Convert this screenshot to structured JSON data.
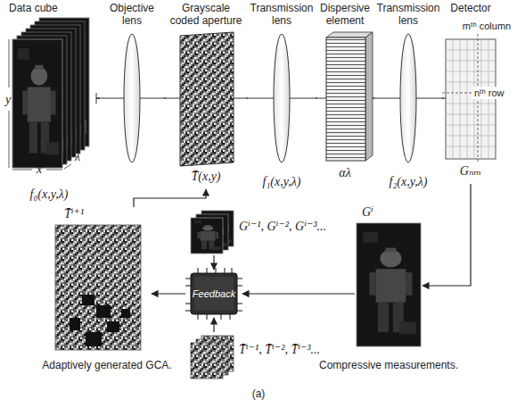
{
  "diagram": {
    "caption": "(a)",
    "nodes": [
      {
        "text": [
          "Data cube",
          "f₀(x,y,λ)"
        ]
      },
      {
        "text": [
          "Objective lens"
        ]
      },
      {
        "text": [
          "Grayscale coded aperture",
          "T̄(x,y)"
        ]
      },
      {
        "text": [
          "Transmission lens",
          "f₁(x,y,λ)"
        ]
      },
      {
        "text": [
          "Dispersive element",
          "αλ"
        ]
      },
      {
        "text": [
          "Transmission lens",
          "f₂(x,y,λ)"
        ]
      },
      {
        "text": [
          "Detector",
          "Gₙₘ"
        ]
      },
      {
        "text": [
          "Gⁱ"
        ]
      },
      {
        "text": [
          "Feedback"
        ]
      },
      {
        "text": [
          "Gⁱ⁻¹, Gⁱ⁻², Gⁱ⁻³..."
        ]
      },
      {
        "text": [
          "T̄ⁱ⁻¹, T̄ⁱ⁻², T̄ⁱ⁻³..."
        ]
      },
      {
        "text": [
          "T̄ⁱ⁺¹"
        ]
      }
    ],
    "edges": [
      {
        "from": 0,
        "to": 1,
        "arrow": "none"
      },
      {
        "from": 1,
        "to": 2,
        "arrow": "none"
      },
      {
        "from": 2,
        "to": 3,
        "arrow": "none"
      },
      {
        "from": 3,
        "to": 4,
        "arrow": "none"
      },
      {
        "from": 4,
        "to": 5,
        "arrow": "none"
      },
      {
        "from": 5,
        "to": 6,
        "arrow": "none"
      },
      {
        "from": 6,
        "to": 7,
        "arrow": "to"
      },
      {
        "from": 7,
        "to": 8,
        "arrow": "to"
      },
      {
        "from": 9,
        "to": 8,
        "arrow": "to"
      },
      {
        "from": 10,
        "to": 8,
        "arrow": "to"
      },
      {
        "from": 8,
        "to": 11,
        "arrow": "to"
      },
      {
        "from": 11,
        "to": 2,
        "arrow": "to"
      }
    ],
    "labels": [
      "y",
      "x",
      "λ",
      "mᵗʰ column",
      "nᵗʰ row",
      "Adaptively generated GCA.",
      "Compressive measurements."
    ]
  }
}
